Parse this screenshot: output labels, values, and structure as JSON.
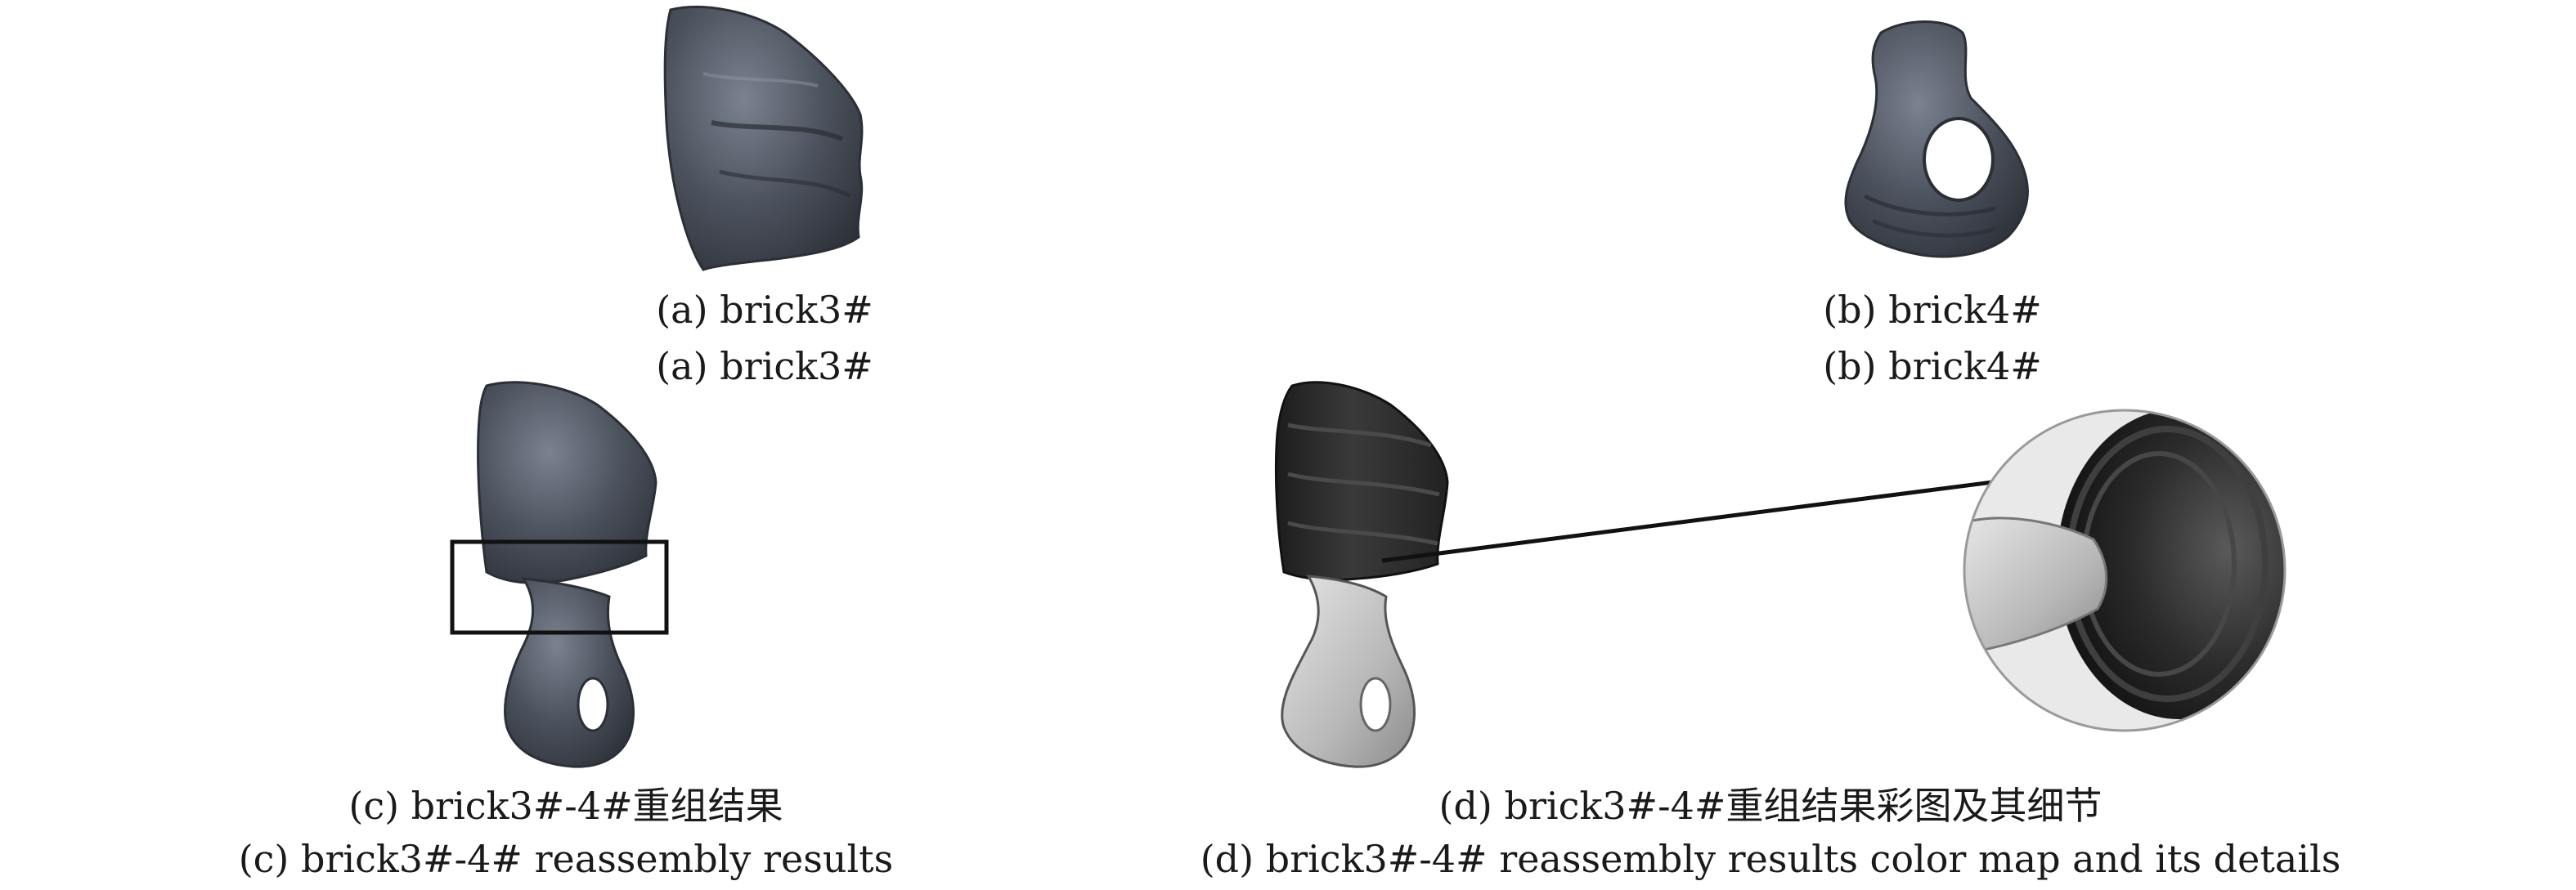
{
  "figure": {
    "panels": [
      {
        "id": "a",
        "caption_cn": "(a) brick3#",
        "caption_en": "(a) brick3#"
      },
      {
        "id": "b",
        "caption_cn": "(b) brick4#",
        "caption_en": "(b) brick4#"
      },
      {
        "id": "c",
        "caption_cn": "(c) brick3#-4#重组结果",
        "caption_en": "(c) brick3#-4# reassembly results"
      },
      {
        "id": "d",
        "caption_cn": "(d) brick3#-4#重组结果彩图及其细节",
        "caption_en": "(d) brick3#-4# reassembly results color map and its details"
      }
    ]
  },
  "colors": {
    "stone_dark": "#3e444e",
    "stone_mid": "#5f6672",
    "stone_light": "#8a909b",
    "render_dark": "#2a2a2a",
    "render_light": "#c9c9c9"
  }
}
